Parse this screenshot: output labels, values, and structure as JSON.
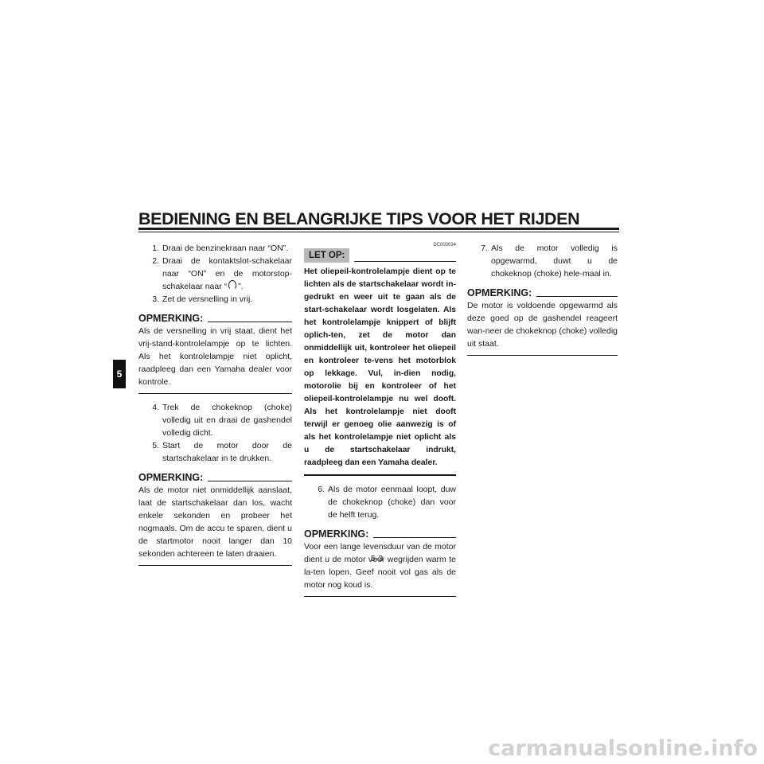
{
  "header": {
    "title": "BEDIENING EN BELANGRIJKE TIPS VOOR HET RIJDEN"
  },
  "chapter_tab": "5",
  "col_left": {
    "steps_a": [
      {
        "num": "1.",
        "text": "Draai de benzinekraan naar “ON”."
      },
      {
        "num": "2.",
        "pre": "Draai de kontaktslot-schakelaar naar “ON” en de motorstop-schakelaar naar “",
        "post": "”."
      },
      {
        "num": "3.",
        "text": "Zet de versnelling in vrij."
      }
    ],
    "note1": {
      "label": "OPMERKING:",
      "text": "Als de versnelling in vrij staat, dient het vrij-stand-kontrolelampje op te lichten. Als het kontrolelampje niet oplicht, raadpleeg dan een Yamaha dealer voor kontrole."
    },
    "steps_b": [
      {
        "num": "4.",
        "text": "Trek de chokeknop (choke) volledig uit en draai de gashendel volledig dicht."
      },
      {
        "num": "5.",
        "text": "Start de motor door de startschakelaar in te drukken."
      }
    ],
    "note2": {
      "label": "OPMERKING:",
      "text": "Als de motor niet onmiddellijk aanslaat, laat de startschakelaar dan los, wacht enkele sekonden en probeer het nogmaals. Om de accu te sparen, dient u de startmotor nooit langer dan 10 sekonden achtereen te laten draaien."
    }
  },
  "col_mid": {
    "doc_code": "DC000034",
    "caution": {
      "label": "LET OP:",
      "text": "Het oliepeil-kontrolelampje dient op te lichten als de startschakelaar wordt in-gedrukt en weer uit te gaan als de start-schakelaar wordt losgelaten. Als het kontrolelampje knippert of blijft oplich-ten, zet de motor dan onmiddellijk uit, kontroleer het oliepeil en kontroleer te-vens het motorblok op lekkage. Vul, in-dien nodig, motorolie bij en kontroleer of het oliepeil-kontrolelampje nu wel dooft. Als het kontrolelampje niet dooft terwijl er genoeg olie aanwezig is of als het kontrolelampje niet oplicht als u de startschakelaar indrukt, raadpleeg dan een Yamaha dealer."
    },
    "steps": [
      {
        "num": "6.",
        "text": "Als de motor eenmaal loopt, duw de chokeknop (choke) dan voor de helft terug."
      }
    ],
    "note": {
      "label": "OPMERKING:",
      "text": "Voor een lange levensduur van de motor dient u de motor voor wegrijden warm te la-ten lopen. Geef nooit vol gas als de motor nog koud is."
    }
  },
  "col_right": {
    "steps": [
      {
        "num": "7.",
        "text": "Als de motor volledig is opgewarmd, duwt u de chokeknop (choke) hele-maal in."
      }
    ],
    "note": {
      "label": "OPMERKING:",
      "text": "De motor is voldoende opgewarmd als deze goed op de gashendel reageert wan-neer de chokeknop (choke) volledig uit staat."
    }
  },
  "footer": {
    "page_number": "5-3",
    "watermark": "carmanualsonline.info"
  }
}
